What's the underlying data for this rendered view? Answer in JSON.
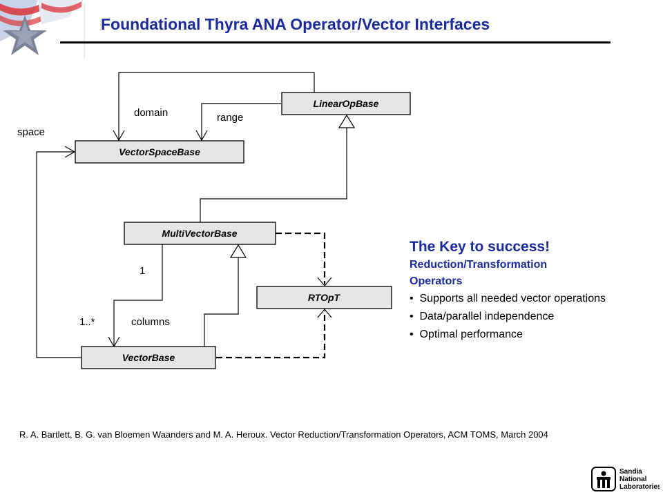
{
  "title": "Foundational Thyra ANA Operator/Vector Interfaces",
  "diagram": {
    "classes": {
      "linear_op_base": "LinearOpBase",
      "vector_space_base": "VectorSpaceBase",
      "multi_vector_base": "MultiVectorBase",
      "rtopt": "RTOpT",
      "vector_base": "VectorBase"
    },
    "roles": {
      "domain": "domain",
      "range": "range",
      "space": "space",
      "one": "1",
      "one_many": "1..*",
      "columns": "columns"
    }
  },
  "key": {
    "heading": "The Key to success!",
    "subheading": "Reduction/Transformation Operators",
    "bullets": [
      "Supports all needed vector operations",
      "Data/parallel independence",
      "Optimal performance"
    ]
  },
  "citation": "R. A. Bartlett, B. G. van Bloemen Waanders and M. A. Heroux. Vector Reduction/Transformation Operators, ACM TOMS, March 2004",
  "logo": {
    "text": [
      "Sandia",
      "National",
      "Laboratories"
    ]
  }
}
